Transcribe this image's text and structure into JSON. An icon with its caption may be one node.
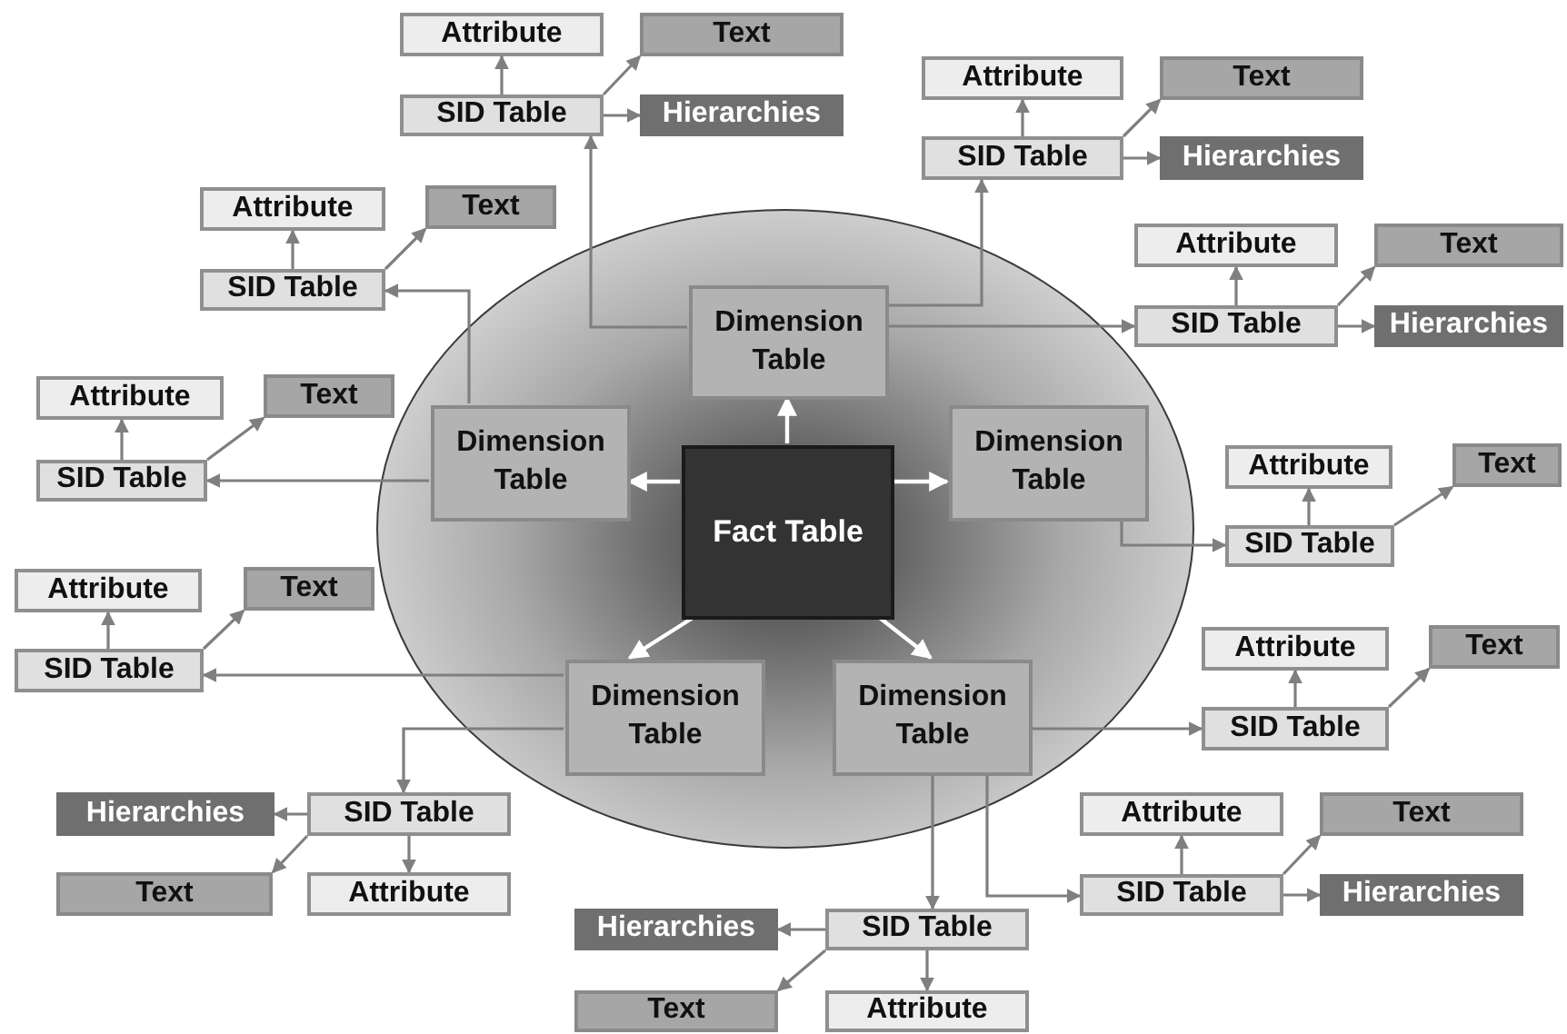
{
  "diagram": {
    "nodes": [
      {
        "text": [],
        "shape": "ellipse"
      },
      {
        "text": [
          "Fact Table"
        ],
        "in": 0
      },
      {
        "text": [
          "Dimension Table"
        ],
        "in": 0
      },
      {
        "text": [
          "Dimension Table"
        ],
        "in": 0
      },
      {
        "text": [
          "Dimension Table"
        ],
        "in": 0
      },
      {
        "text": [
          "Dimension Table"
        ],
        "in": 0
      },
      {
        "text": [
          "Dimension Table"
        ],
        "in": 0
      },
      {
        "text": [
          "Attribute"
        ]
      },
      {
        "text": [
          "Text"
        ]
      },
      {
        "text": [
          "SID Table"
        ]
      },
      {
        "text": [
          "Hierarchies"
        ]
      },
      {
        "text": [
          "Attribute"
        ]
      },
      {
        "text": [
          "Text"
        ]
      },
      {
        "text": [
          "SID Table"
        ]
      },
      {
        "text": [
          "Hierarchies"
        ]
      },
      {
        "text": [
          "Attribute"
        ]
      },
      {
        "text": [
          "Text"
        ]
      },
      {
        "text": [
          "SID Table"
        ]
      },
      {
        "text": [
          "Hierarchies"
        ]
      },
      {
        "text": [
          "Attribute"
        ]
      },
      {
        "text": [
          "Text"
        ]
      },
      {
        "text": [
          "SID Table"
        ]
      },
      {
        "text": [
          "Attribute"
        ]
      },
      {
        "text": [
          "Text"
        ]
      },
      {
        "text": [
          "SID Table"
        ]
      },
      {
        "text": [
          "Attribute"
        ]
      },
      {
        "text": [
          "Text"
        ]
      },
      {
        "text": [
          "SID Table"
        ]
      },
      {
        "text": [
          "Attribute"
        ]
      },
      {
        "text": [
          "Text"
        ]
      },
      {
        "text": [
          "SID Table"
        ]
      },
      {
        "text": [
          "Attribute"
        ]
      },
      {
        "text": [
          "Text"
        ]
      },
      {
        "text": [
          "SID Table"
        ]
      },
      {
        "text": [
          "Hierarchies"
        ]
      },
      {
        "text": [
          "SID Table"
        ]
      },
      {
        "text": [
          "Text"
        ]
      },
      {
        "text": [
          "Attribute"
        ]
      },
      {
        "text": [
          "Attribute"
        ]
      },
      {
        "text": [
          "Text"
        ]
      },
      {
        "text": [
          "SID Table"
        ]
      },
      {
        "text": [
          "Hierarchies"
        ]
      },
      {
        "text": [
          "Hierarchies"
        ]
      },
      {
        "text": [
          "SID Table"
        ]
      },
      {
        "text": [
          "Text"
        ]
      },
      {
        "text": [
          "Attribute"
        ]
      }
    ],
    "edges": [
      {
        "from": 1,
        "to": 2,
        "arrow": "to",
        "color": "#ffffff"
      },
      {
        "from": 1,
        "to": 3,
        "arrow": "to",
        "color": "#ffffff"
      },
      {
        "from": 1,
        "to": 4,
        "arrow": "to",
        "color": "#ffffff"
      },
      {
        "from": 1,
        "to": 5,
        "arrow": "to",
        "color": "#ffffff"
      },
      {
        "from": 1,
        "to": 6,
        "arrow": "to",
        "color": "#ffffff"
      },
      {
        "from": 2,
        "to": 9,
        "arrow": "to"
      },
      {
        "from": 2,
        "to": 13,
        "arrow": "to"
      },
      {
        "from": 2,
        "to": 17,
        "arrow": "to"
      },
      {
        "from": 3,
        "to": 21,
        "arrow": "to"
      },
      {
        "from": 3,
        "to": 24,
        "arrow": "to"
      },
      {
        "from": 4,
        "to": 27,
        "arrow": "to"
      },
      {
        "from": 5,
        "to": 30,
        "arrow": "to"
      },
      {
        "from": 5,
        "to": 35,
        "arrow": "to"
      },
      {
        "from": 6,
        "to": 33,
        "arrow": "to"
      },
      {
        "from": 6,
        "to": 43,
        "arrow": "to"
      },
      {
        "from": 6,
        "to": 40,
        "arrow": "to"
      },
      {
        "from": 9,
        "to": 7,
        "arrow": "to"
      },
      {
        "from": 9,
        "to": 8,
        "arrow": "to"
      },
      {
        "from": 9,
        "to": 10,
        "arrow": "to"
      },
      {
        "from": 13,
        "to": 11,
        "arrow": "to"
      },
      {
        "from": 13,
        "to": 12,
        "arrow": "to"
      },
      {
        "from": 13,
        "to": 14,
        "arrow": "to"
      },
      {
        "from": 17,
        "to": 15,
        "arrow": "to"
      },
      {
        "from": 17,
        "to": 16,
        "arrow": "to"
      },
      {
        "from": 17,
        "to": 18,
        "arrow": "to"
      },
      {
        "from": 21,
        "to": 19,
        "arrow": "to"
      },
      {
        "from": 21,
        "to": 20,
        "arrow": "to"
      },
      {
        "from": 24,
        "to": 22,
        "arrow": "to"
      },
      {
        "from": 24,
        "to": 23,
        "arrow": "to"
      },
      {
        "from": 27,
        "to": 25,
        "arrow": "to"
      },
      {
        "from": 27,
        "to": 26,
        "arrow": "to"
      },
      {
        "from": 30,
        "to": 28,
        "arrow": "to"
      },
      {
        "from": 30,
        "to": 29,
        "arrow": "to"
      },
      {
        "from": 33,
        "to": 31,
        "arrow": "to"
      },
      {
        "from": 33,
        "to": 32,
        "arrow": "to"
      },
      {
        "from": 35,
        "to": 34,
        "arrow": "to"
      },
      {
        "from": 35,
        "to": 36,
        "arrow": "to"
      },
      {
        "from": 35,
        "to": 37,
        "arrow": "to"
      },
      {
        "from": 40,
        "to": 38,
        "arrow": "to"
      },
      {
        "from": 40,
        "to": 39,
        "arrow": "to"
      },
      {
        "from": 40,
        "to": 41,
        "arrow": "to"
      },
      {
        "from": 43,
        "to": 42,
        "arrow": "to"
      },
      {
        "from": 43,
        "to": 44,
        "arrow": "to"
      },
      {
        "from": 43,
        "to": 45,
        "arrow": "to"
      }
    ]
  }
}
